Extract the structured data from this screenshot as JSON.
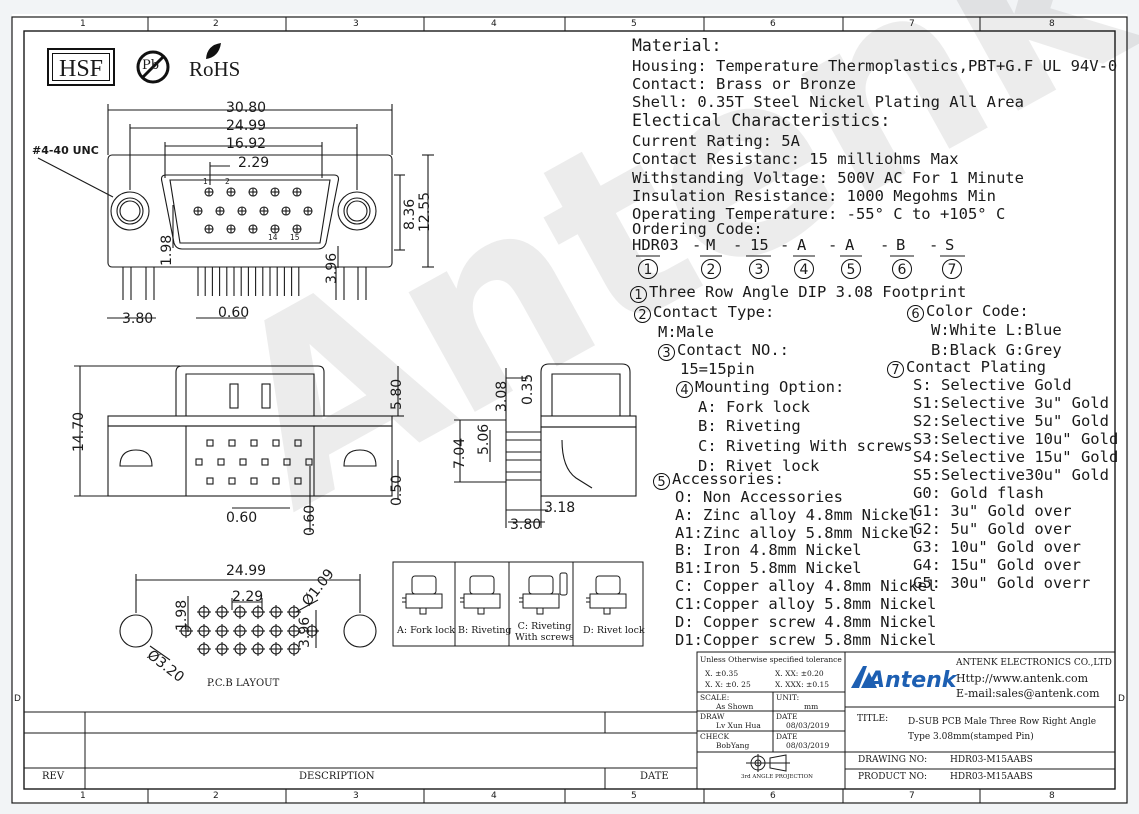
{
  "grid": {
    "columns": [
      "1",
      "2",
      "3",
      "4",
      "5",
      "6",
      "7",
      "8"
    ],
    "rows": [
      "D"
    ]
  },
  "badges": {
    "hsf": "HSF",
    "pb": "Pb",
    "rohs": "RoHS"
  },
  "watermark": "Antenk",
  "material": {
    "title": "Material:",
    "housing": "Housing: Temperature Thermoplastics,PBT+G.F UL 94V-0",
    "contact": "Contact: Brass or Bronze",
    "shell": "Shell: 0.35T Steel Nickel Plating All Area"
  },
  "electrical": {
    "title": "Electical Characteristics:",
    "lines": [
      "Current Rating: 5A",
      "Contact Resistanc: 15 milliohms Max",
      "Withstanding Voltage: 500V AC For 1 Minute",
      "Insulation Resistance: 1000  Megohms Min",
      "Operating Temperature: -55° C  to  +105° C"
    ]
  },
  "ordering": {
    "title": "Ordering Code:",
    "parts": [
      "HDR03",
      "M",
      "15",
      "A",
      "A",
      "B",
      "S"
    ],
    "numbers": [
      "1",
      "2",
      "3",
      "4",
      "5",
      "6",
      "7"
    ]
  },
  "options": {
    "o1": {
      "num": "1",
      "label": "Three Row Angle DIP 3.08 Footprint"
    },
    "o2": {
      "num": "2",
      "label": "Contact Type:",
      "items": [
        "M:Male"
      ]
    },
    "o3": {
      "num": "3",
      "label": "Contact NO.:",
      "items": [
        "15=15pin"
      ]
    },
    "o4": {
      "num": "4",
      "label": "Mounting Option:",
      "items": [
        "A: Fork lock",
        "B: Riveting",
        "C: Riveting With screws",
        "D: Rivet lock"
      ]
    },
    "o5": {
      "num": "5",
      "label": "Accessories:",
      "items": [
        "O: Non Accessories",
        "A: Zinc alloy 4.8mm Nickel",
        "A1:Zinc alloy 5.8mm Nickel",
        "B: Iron 4.8mm Nickel",
        "B1:Iron 5.8mm Nickel",
        "C: Copper alloy 4.8mm Nickel",
        "C1:Copper alloy 5.8mm Nickel",
        "D: Copper screw 4.8mm Nickel",
        "D1:Copper screw 5.8mm Nickel"
      ]
    },
    "o6": {
      "num": "6",
      "label": "Color Code:",
      "items": [
        "W:White  L:Blue",
        "B:Black  G:Grey"
      ]
    },
    "o7": {
      "num": "7",
      "label": "Contact Plating",
      "items": [
        "S:  Selective Gold",
        "S1:Selective 3u\" Gold",
        "S2:Selective 5u\" Gold",
        "S3:Selective 10u\" Gold",
        "S4:Selective 15u\" Gold",
        "S5:Selective30u\" Gold",
        "G0: Gold flash",
        "G1: 3u\" Gold over",
        "G2: 5u\" Gold over",
        "G3: 10u\" Gold over",
        "G4: 15u\" Gold over",
        "G5: 30u\" Gold overr"
      ]
    }
  },
  "dims": {
    "top": [
      "30.80",
      "24.99",
      "16.92",
      "2.29",
      "8.36",
      "12.55",
      "1.98",
      "3.96",
      "3.80",
      "0.60",
      "#4-40 UNC"
    ],
    "pins": [
      "1",
      "2",
      "14",
      "15"
    ],
    "front": [
      "14.70",
      "5.80",
      "0.50",
      "0.60",
      "0.60"
    ],
    "side": [
      "3.08",
      "0.35",
      "7.04",
      "5.06",
      "3.18",
      "3.80"
    ],
    "pcb": [
      "24.99",
      "2.29",
      "1.98",
      "3.96",
      "Ø1.09",
      "Ø3.20"
    ],
    "pcb_label": "P.C.B LAYOUT"
  },
  "mounting_views": [
    "A: Fork lock",
    "B: Riveting",
    "C: Riveting\nWith screws",
    "D: Rivet lock"
  ],
  "title_block": {
    "tolerance_title": "Unless Otherwise specified tolerance",
    "tol1": "X. ±0.35",
    "tol2": "X. XX: ±0.20",
    "tol3": "X. X: ±0. 25",
    "tol4": "X. XXX: ±0.15",
    "scale_label": "SCALE:",
    "scale": "As Shown",
    "unit_label": "UNIT:",
    "unit": "mm",
    "draw_label": "DRAW",
    "draw": "Lv Xun Hua",
    "date_label": "DATE",
    "draw_date": "08/03/2019",
    "check_label": "CHECK",
    "check": "BobYang",
    "check_date": "08/03/2019",
    "projection": "3rd ANGLE PROJECTION",
    "company": "ANTENK ELECTRONICS CO.,LTD",
    "http": "Http://www.antenk.com",
    "email": "E-mail:sales@antenk.com",
    "logo": "Antenk",
    "title_label": "TITLE:",
    "title1": "D-SUB PCB Male Three Row Right Angle",
    "title2": "Type 3.08mm(stamped Pin)",
    "drawing_no_label": "DRAWING NO:",
    "drawing_no": "HDR03-M15AABS",
    "product_no_label": "PRODUCT NO:",
    "product_no": "HDR03-M15AABS",
    "rev": "REV",
    "description": "DESCRIPTION",
    "date": "DATE"
  },
  "colors": {
    "logo": "#1d5fb2",
    "line": "#1a1a1a",
    "background": "#ffffff"
  }
}
